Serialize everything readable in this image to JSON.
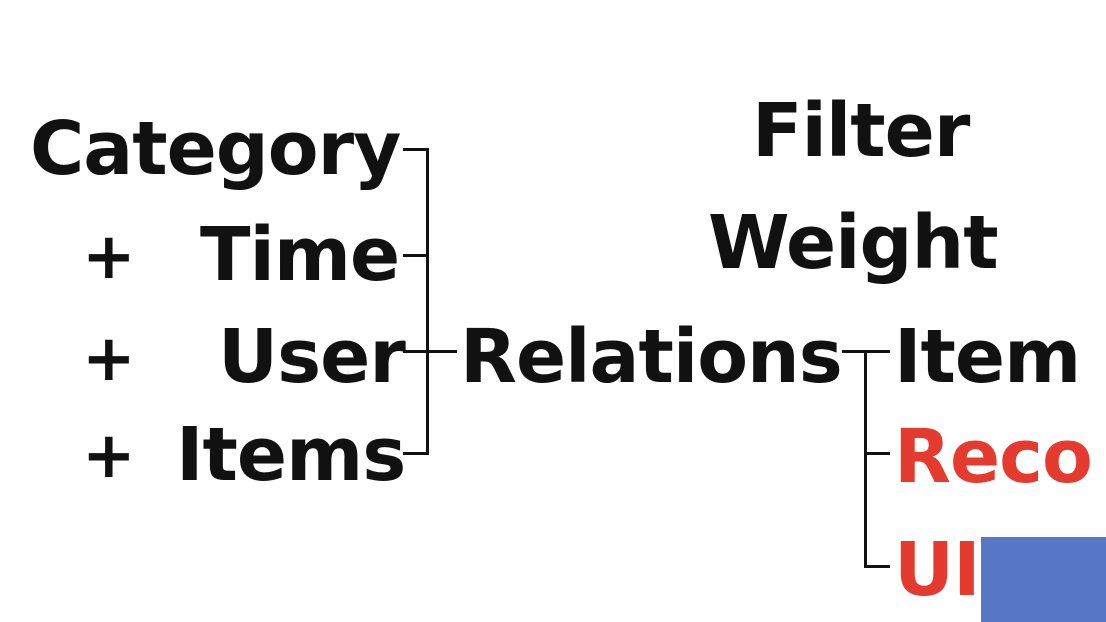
{
  "left_terms": {
    "category": "Category",
    "time": "Time",
    "user": "User",
    "items": "Items",
    "plus": "+"
  },
  "center_term": "Relations",
  "top_terms": {
    "filter": "Filter",
    "weight": "Weight"
  },
  "right_terms": {
    "item": "Item",
    "reco": "Reco",
    "ui": "UI"
  },
  "colors": {
    "text": "#111111",
    "highlight": "#e53a2e",
    "overlay": "#5877c6",
    "background": "#ffffff"
  }
}
